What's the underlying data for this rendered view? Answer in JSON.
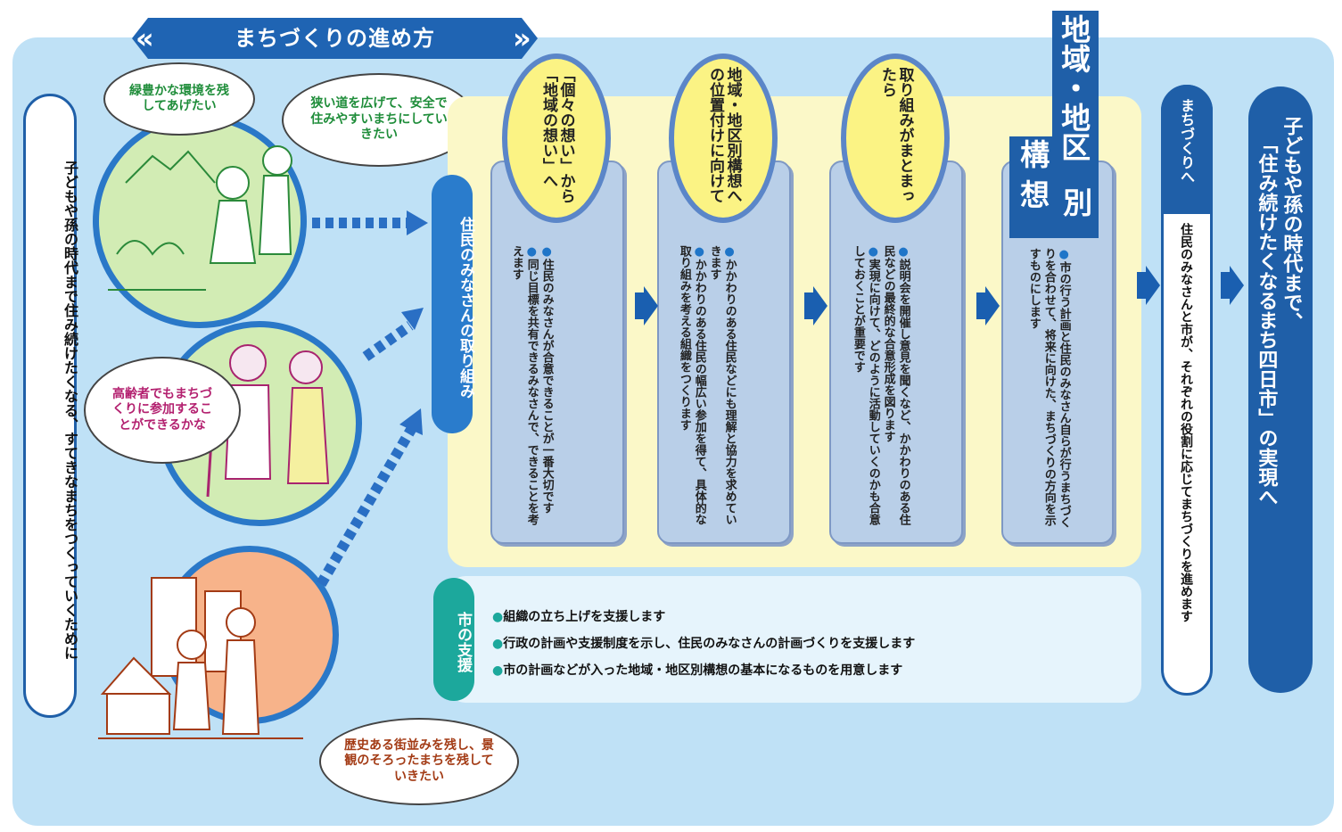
{
  "title": "まちづくりの進め方",
  "left_banner": {
    "text": "子どもや孫の時代まで住み続けたくなる、すてきなまちをつくっていくために"
  },
  "speech": {
    "green": "緑豊かな環境を残してあげたい",
    "safe": "狭い道を広げて、安全で住みやすいまちにしていきたい",
    "elder": "高齢者でもまちづくりに参加することができるかな",
    "history": "歴史ある街並みを残し、景観のそろったまちを残していきたい"
  },
  "residents_label": "住民のみなさんの取り組み",
  "steps": [
    {
      "heading": "「個々の想い」から「地域の想い」へ",
      "bullets": [
        "住民のみなさんが合意できることが一番大切です",
        "同じ目標を共有できるみなさんで、できることを考えます"
      ]
    },
    {
      "heading": "地域・地区別構想への位置付けに向けて",
      "bullets": [
        "かかわりのある住民などにも理解と協力を求めていきます",
        "かかわりのある住民の幅広い参加を得て、具体的な取り組みを考える組織をつくります"
      ]
    },
    {
      "heading": "取り組みがまとまったら",
      "bullets": [
        "説明会を開催し意見を聞くなど、かかわりのある住民などの最終的な合意形成を図ります",
        "実現に向けて、どのように活動していくのかも合意しておくことが重要です"
      ]
    }
  ],
  "regional_plan": {
    "title_line1": "地域・地区",
    "title_line2": "構想",
    "title_mid": "別",
    "bullet": "市の行う計画と住民のみなさん自らが行うまちづくりを合わせて、将来に向けた、まちづくりの方向を示すものにします"
  },
  "city_support": {
    "label": "市の支援",
    "items": [
      "組織の立ち上げを支援します",
      "行政の計画や支援制度を示し、住民のみなさんの計画づくりを支援します",
      "市の計画などが入った地域・地区別構想の基本になるものを用意します"
    ]
  },
  "to_town": {
    "head": "まちづくりへ",
    "body": "住民のみなさんと市が、それぞれの役割に応じてまちづくりを進めます"
  },
  "final": {
    "line1": "子どもや孫の時代まで、",
    "line2": "「住み続けたくなるまち四日市」の実現へ"
  },
  "colors": {
    "blue": "#1f5fa8",
    "panel": "#bfe1f6",
    "yellow": "#fbf8c8",
    "teal": "#1ca89c",
    "card": "#b9cfe8"
  }
}
